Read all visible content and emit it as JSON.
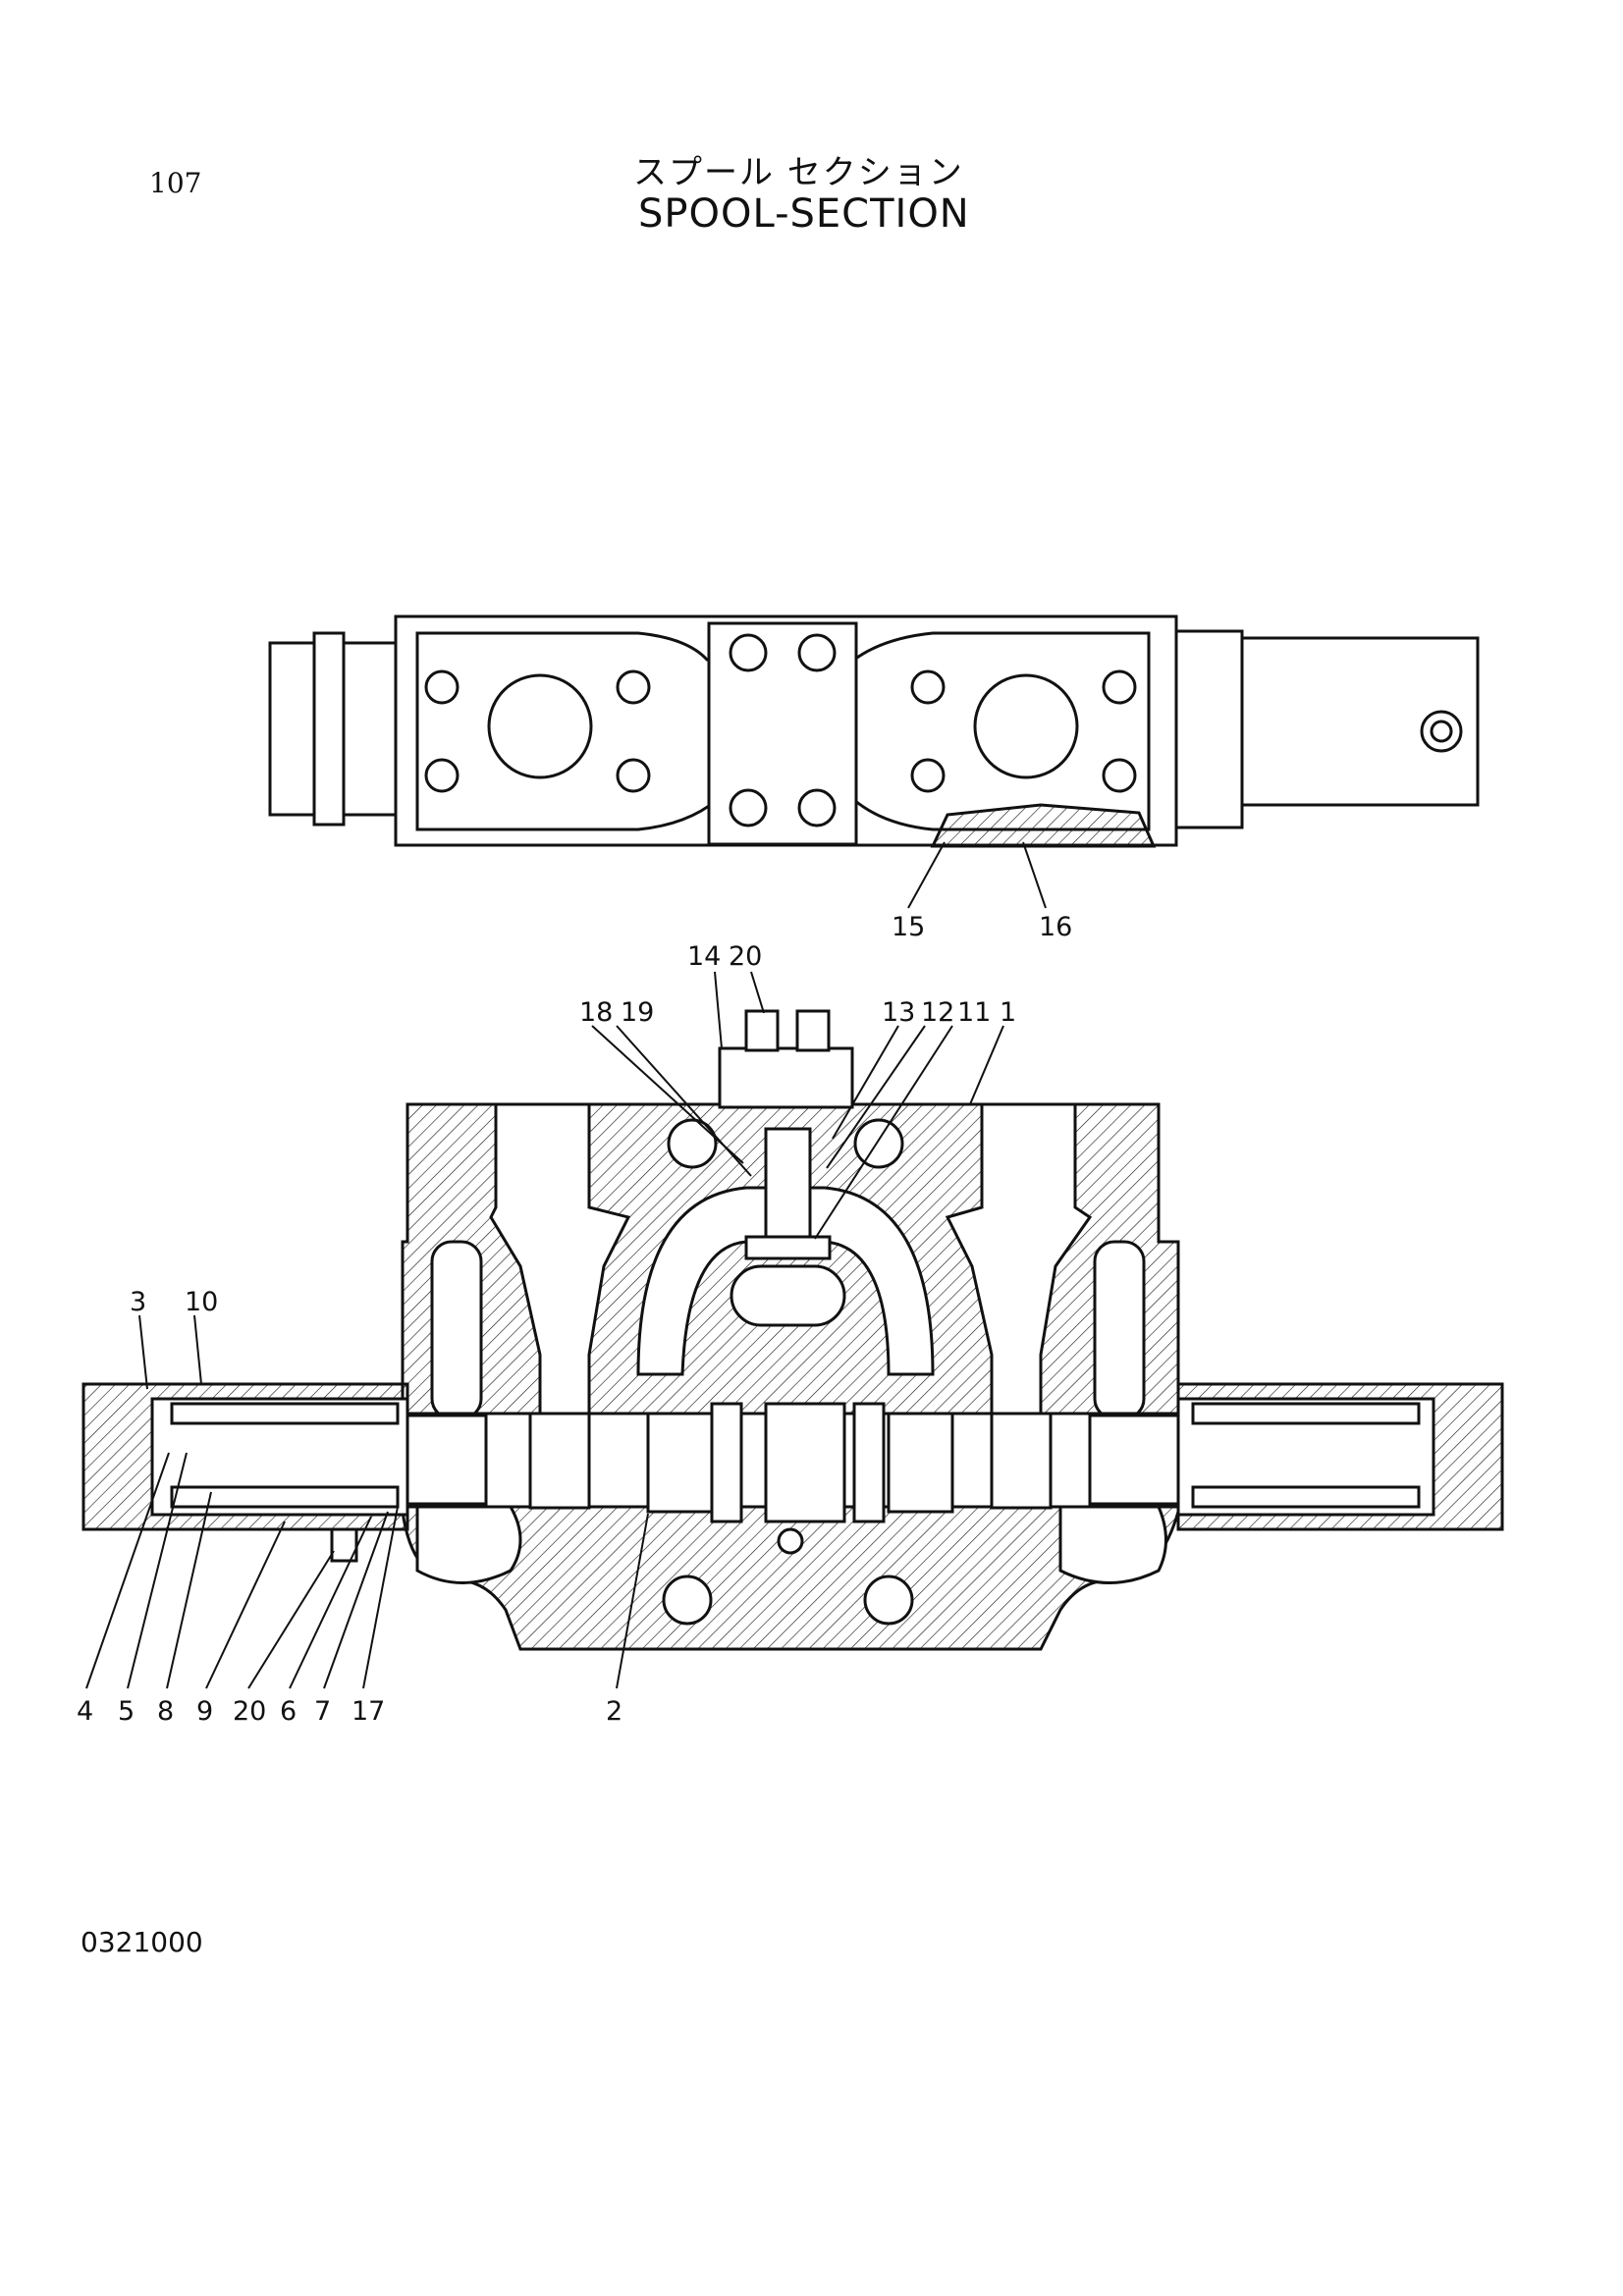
{
  "header": {
    "page_number": "107",
    "title_jp": "スプール セクション",
    "title_en": "SPOOL-SECTION"
  },
  "top_view_callouts": [
    "15",
    "16"
  ],
  "section_top_callouts": [
    "14",
    "20",
    "18",
    "19",
    "13",
    "12",
    "11",
    "1"
  ],
  "section_left_callouts": [
    "3",
    "10"
  ],
  "section_bottom_callouts": [
    "4",
    "5",
    "8",
    "9",
    "20",
    "6",
    "7",
    "17",
    "2"
  ],
  "footer": {
    "drawing_code": "0321000"
  },
  "colors": {
    "ink": "#111111",
    "paper": "#ffffff"
  }
}
